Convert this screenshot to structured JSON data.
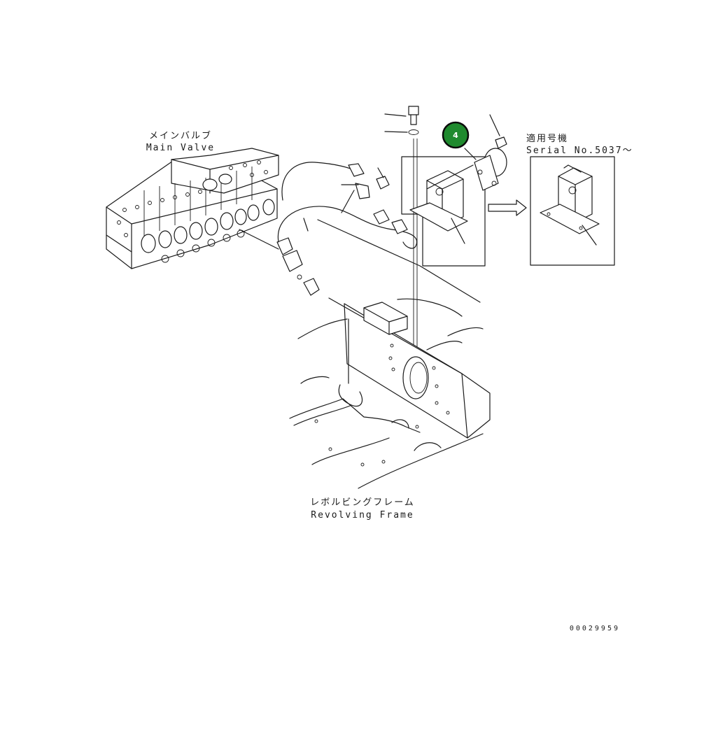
{
  "labels": {
    "main_valve_jp": "メインバルブ",
    "main_valve_en": "Main Valve",
    "applicable_jp": "適用号機",
    "serial_en": "Serial No.5037～",
    "frame_jp": "レボルビングフレーム",
    "frame_en": "Revolving Frame",
    "drawing_number": "00029959"
  },
  "callout": {
    "number": "4",
    "fill_color": "#1f8a2e",
    "ring_color": "#0b0b0b"
  },
  "colors": {
    "line": "#1a1a1a",
    "background": "#ffffff"
  }
}
